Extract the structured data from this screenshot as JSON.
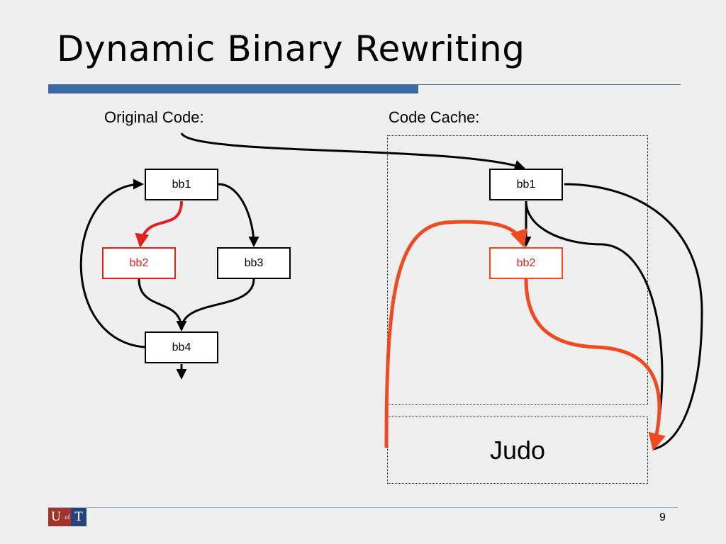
{
  "slide": {
    "title": "Dynamic Binary Rewriting",
    "page_number": "9"
  },
  "logo": {
    "u": "U",
    "of": "of",
    "t": "T"
  },
  "original": {
    "label": "Original Code:",
    "blocks": {
      "bb1": "bb1",
      "bb2": "bb2",
      "bb3": "bb3",
      "bb4": "bb4"
    }
  },
  "cache": {
    "label": "Code Cache:",
    "blocks": {
      "bb1": "bb1",
      "bb2": "bb2"
    },
    "judo": "Judo"
  },
  "colors": {
    "accent_bar": "#3a6aa6",
    "highlight_red": "#e0201c",
    "highlight_orange": "#ef4a22",
    "edge": "#000000"
  }
}
